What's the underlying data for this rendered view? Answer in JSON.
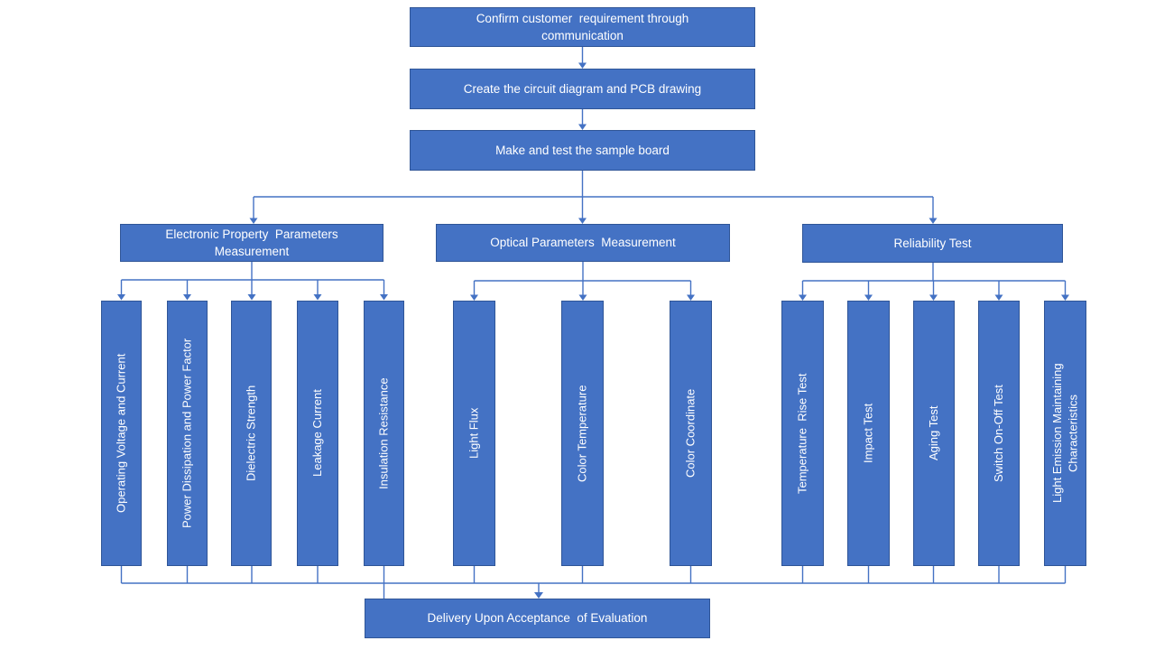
{
  "palette": {
    "box_fill": "#4472C4",
    "box_border": "#2F5597",
    "connector": "#4472C4",
    "text": "#FFFFFF",
    "background": "#FFFFFF"
  },
  "flowchart": {
    "top_steps": [
      {
        "label": "Confirm customer  requirement through\ncommunication"
      },
      {
        "label": "Create the circuit diagram and PCB drawing"
      },
      {
        "label": "Make and test the sample board"
      }
    ],
    "groups": [
      {
        "header": "Electronic Property  Parameters\nMeasurement",
        "children": [
          "Operating Voltage and Current",
          "Power Dissipation and Power Factor",
          "Dielectric Strength",
          "Leakage Current",
          "Insulation Resistance"
        ]
      },
      {
        "header": "Optical Parameters  Measurement",
        "children": [
          "Light Flux",
          "Color Temperature",
          "Color Coordinate"
        ]
      },
      {
        "header": "Reliability Test",
        "children": [
          "Temperature  Rise Test",
          "Impact Test",
          "Aging Test",
          "Switch On-Off Test",
          "Light Emission Maintaining\nCharacteristics"
        ]
      }
    ],
    "final_step": {
      "label": "Delivery Upon Acceptance  of Evaluation"
    }
  }
}
